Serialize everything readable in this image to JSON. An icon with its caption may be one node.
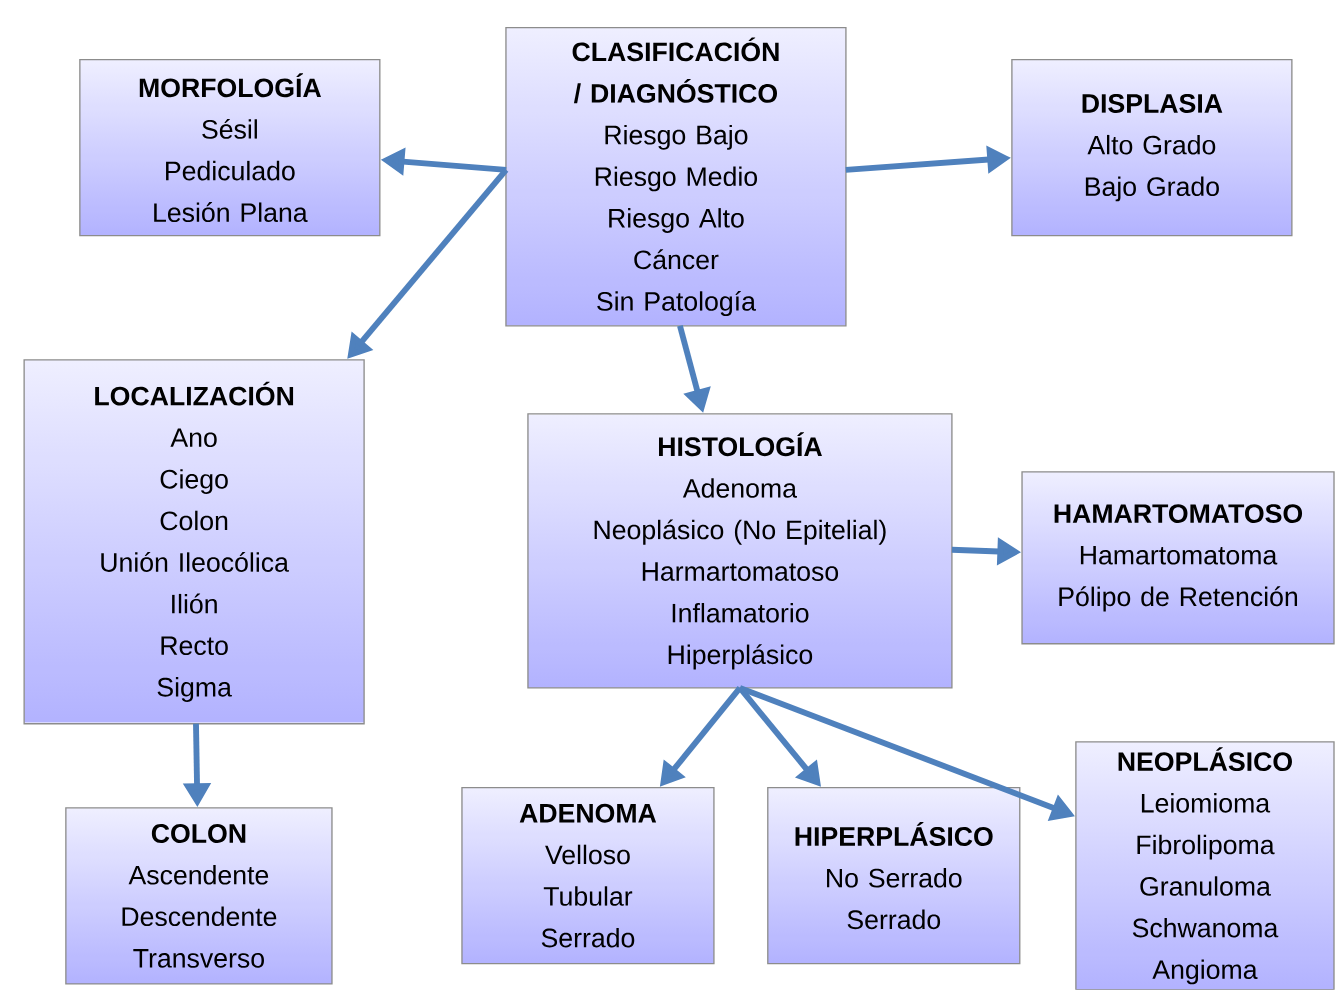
{
  "diagram": {
    "nodes": [
      {
        "text": [
          "CLASIFICACIÓN / DIAGNÓSTICO",
          "Riesgo Bajo",
          "Riesgo Medio",
          "Riesgo Alto",
          "Cáncer",
          "Sin Patología"
        ]
      },
      {
        "text": [
          "MORFOLOGÍA",
          "Sésil",
          "Pediculado",
          "Lesión Plana"
        ]
      },
      {
        "text": [
          "DISPLASIA",
          "Alto Grado",
          "Bajo Grado"
        ]
      },
      {
        "text": [
          "LOCALIZACIÓN",
          "Ano",
          "Ciego",
          "Colon",
          "Unión Ileocólica",
          "Ilión",
          "Recto",
          "Sigma"
        ]
      },
      {
        "text": [
          "HISTOLOGÍA",
          "Adenoma",
          "Neoplásico (No Epitelial)",
          "Harmartomatoso",
          "Inflamatorio",
          "Hiperplásico"
        ]
      },
      {
        "text": [
          "HAMARTOMATOSO",
          "Hamartomatoma",
          "Pólipo de Retención"
        ]
      },
      {
        "text": [
          "COLON",
          "Ascendente",
          "Descendente",
          "Transverso"
        ]
      },
      {
        "text": [
          "ADENOMA",
          "Velloso",
          "Tubular",
          "Serrado"
        ]
      },
      {
        "text": [
          "HIPERPLÁSICO",
          "No Serrado",
          "Serrado"
        ]
      },
      {
        "text": [
          "NEOPLÁSICO",
          "Leiomioma",
          "Fibrolipoma",
          "Granuloma",
          "Schwanoma",
          "Angioma"
        ]
      }
    ],
    "edges": [
      {
        "from": 0,
        "to": 1,
        "arrow": "to"
      },
      {
        "from": 0,
        "to": 3,
        "arrow": "to"
      },
      {
        "from": 0,
        "to": 2,
        "arrow": "to"
      },
      {
        "from": 0,
        "to": 4,
        "arrow": "to"
      },
      {
        "from": 4,
        "to": 5,
        "arrow": "to"
      },
      {
        "from": 3,
        "to": 6,
        "arrow": "to"
      },
      {
        "from": 4,
        "to": 7,
        "arrow": "to"
      },
      {
        "from": 4,
        "to": 8,
        "arrow": "to"
      },
      {
        "from": 4,
        "to": 9,
        "arrow": "to"
      }
    ]
  }
}
